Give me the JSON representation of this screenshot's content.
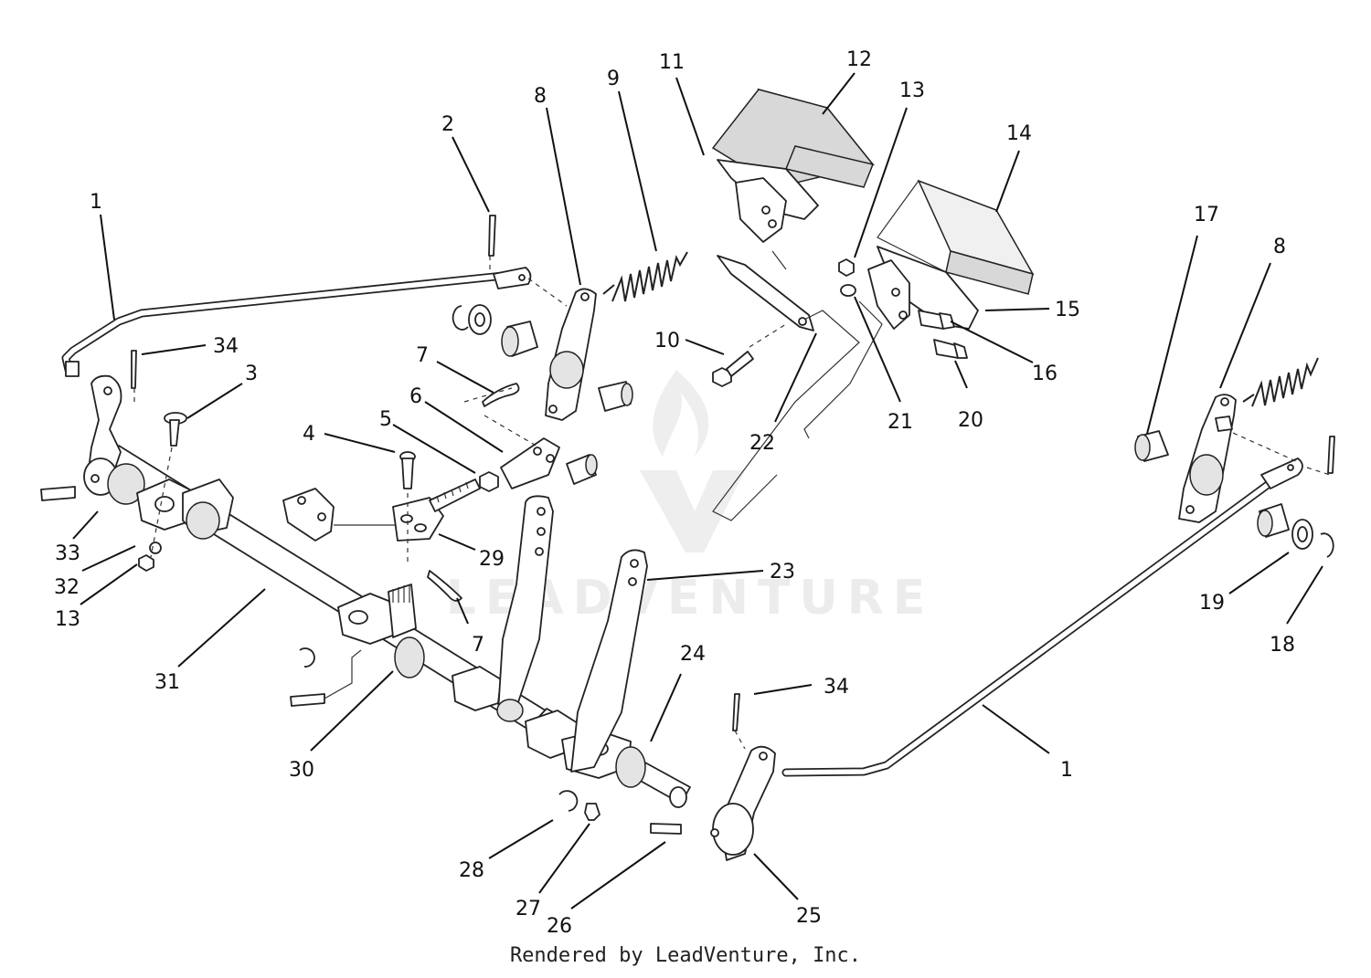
{
  "watermark": {
    "text": "LEADVENTURE"
  },
  "footer": {
    "text": "Rendered by LeadVenture, Inc."
  },
  "callouts": [
    {
      "label": "1"
    },
    {
      "label": "2"
    },
    {
      "label": "34"
    },
    {
      "label": "3"
    },
    {
      "label": "8"
    },
    {
      "label": "9"
    },
    {
      "label": "11"
    },
    {
      "label": "12"
    },
    {
      "label": "13"
    },
    {
      "label": "14"
    },
    {
      "label": "15"
    },
    {
      "label": "16"
    },
    {
      "label": "20"
    },
    {
      "label": "21"
    },
    {
      "label": "22"
    },
    {
      "label": "10"
    },
    {
      "label": "7"
    },
    {
      "label": "6"
    },
    {
      "label": "5"
    },
    {
      "label": "4"
    },
    {
      "label": "29"
    },
    {
      "label": "7"
    },
    {
      "label": "33"
    },
    {
      "label": "32"
    },
    {
      "label": "13"
    },
    {
      "label": "31"
    },
    {
      "label": "30"
    },
    {
      "label": "23"
    },
    {
      "label": "24"
    },
    {
      "label": "28"
    },
    {
      "label": "27"
    },
    {
      "label": "26"
    },
    {
      "label": "25"
    },
    {
      "label": "34"
    },
    {
      "label": "1"
    },
    {
      "label": "17"
    },
    {
      "label": "8"
    },
    {
      "label": "19"
    },
    {
      "label": "18"
    }
  ]
}
